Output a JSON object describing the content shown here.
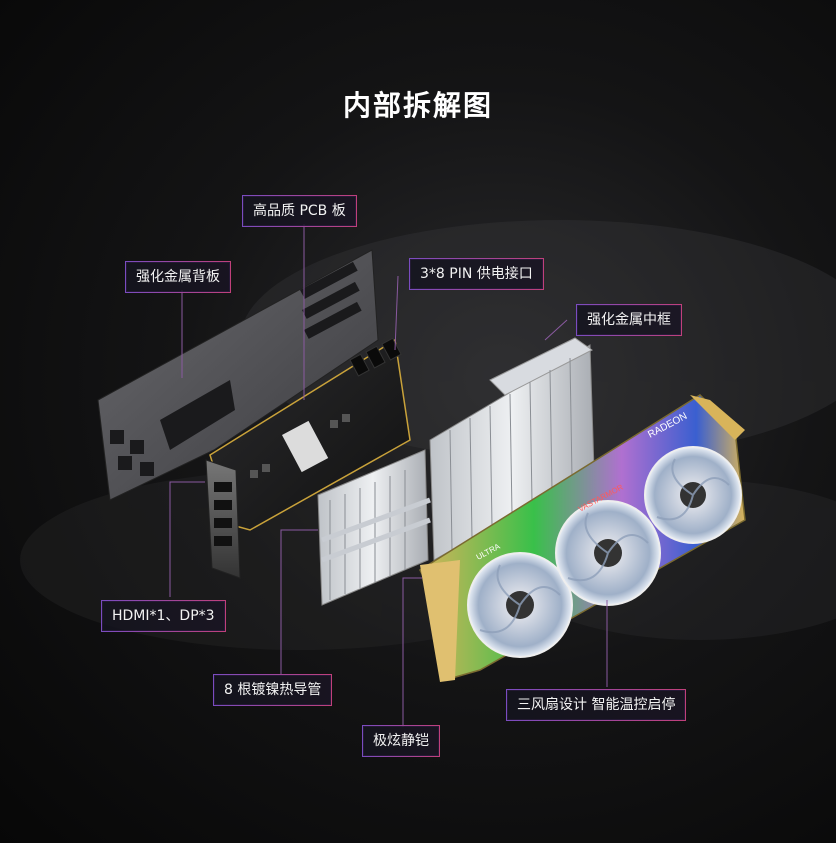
{
  "title": "内部拆解图",
  "labels": {
    "pcb": "高品质 PCB 板",
    "backplate": "强化金属背板",
    "power": "3*8 PIN 供电接口",
    "frame": "强化金属中框",
    "io": "HDMI*1、DP*3",
    "heatpipe": "8 根镀镍热导管",
    "fans": "三风扇设计 智能温控启停",
    "shroud": "极炫静铠"
  },
  "branding": {
    "brand_text": "RADEON",
    "model_text": "ULTRA",
    "side_text": "VASTARMOR"
  },
  "colors": {
    "gold": "#d8b45a",
    "green": "#39c04a",
    "purple": "#b070d0",
    "blue": "#3a5fd0",
    "label_border": "#9a3f7f"
  }
}
